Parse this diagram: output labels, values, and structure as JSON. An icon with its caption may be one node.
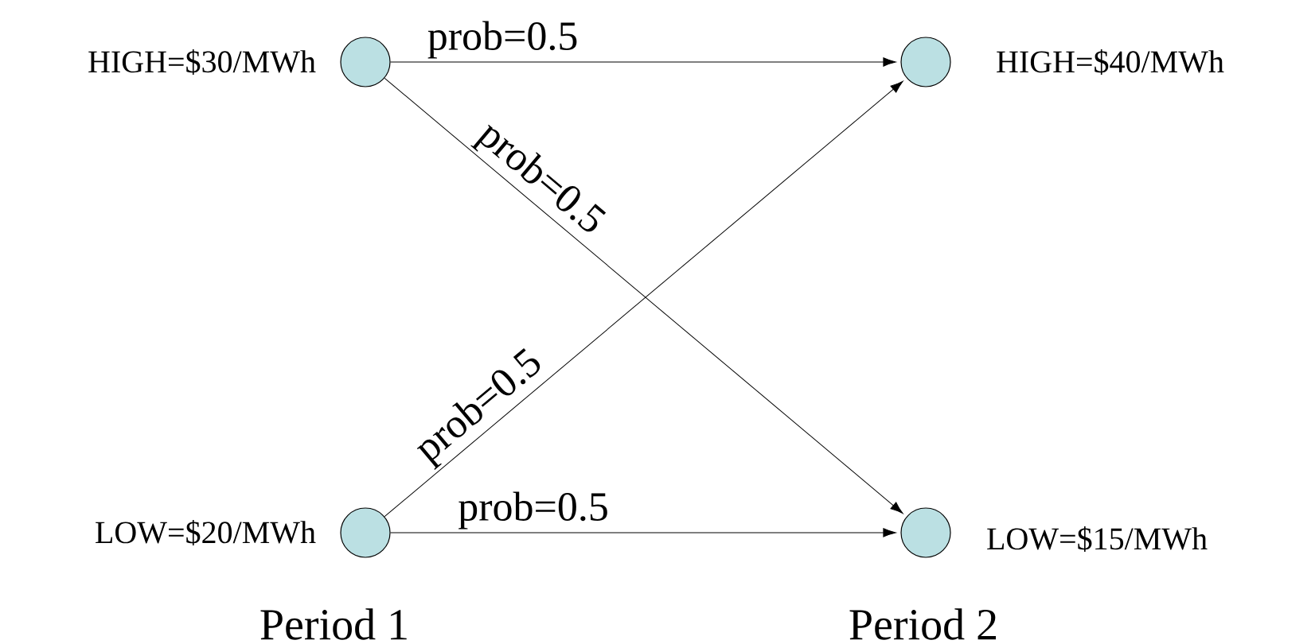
{
  "diagram": {
    "nodes": [
      {
        "text": [],
        "shape": "circle",
        "beside": [
          "HIGH=$30/MWh"
        ]
      },
      {
        "text": [],
        "shape": "circle",
        "beside": [
          "HIGH=$40/MWh"
        ]
      },
      {
        "text": [],
        "shape": "circle",
        "beside": [
          "LOW=$20/MWh"
        ]
      },
      {
        "text": [],
        "shape": "circle",
        "beside": [
          "LOW=$15/MWh"
        ]
      }
    ],
    "edges": [
      {
        "from": 0,
        "to": 1,
        "arrow": "to",
        "label": "prob=0.5"
      },
      {
        "from": 0,
        "to": 3,
        "arrow": "to",
        "label": "prob=0.5"
      },
      {
        "from": 2,
        "to": 1,
        "arrow": "to",
        "label": "prob=0.5"
      },
      {
        "from": 2,
        "to": 3,
        "arrow": "to",
        "label": "prob=0.5"
      }
    ],
    "labels": [
      "Period 1",
      "Period 2"
    ]
  }
}
